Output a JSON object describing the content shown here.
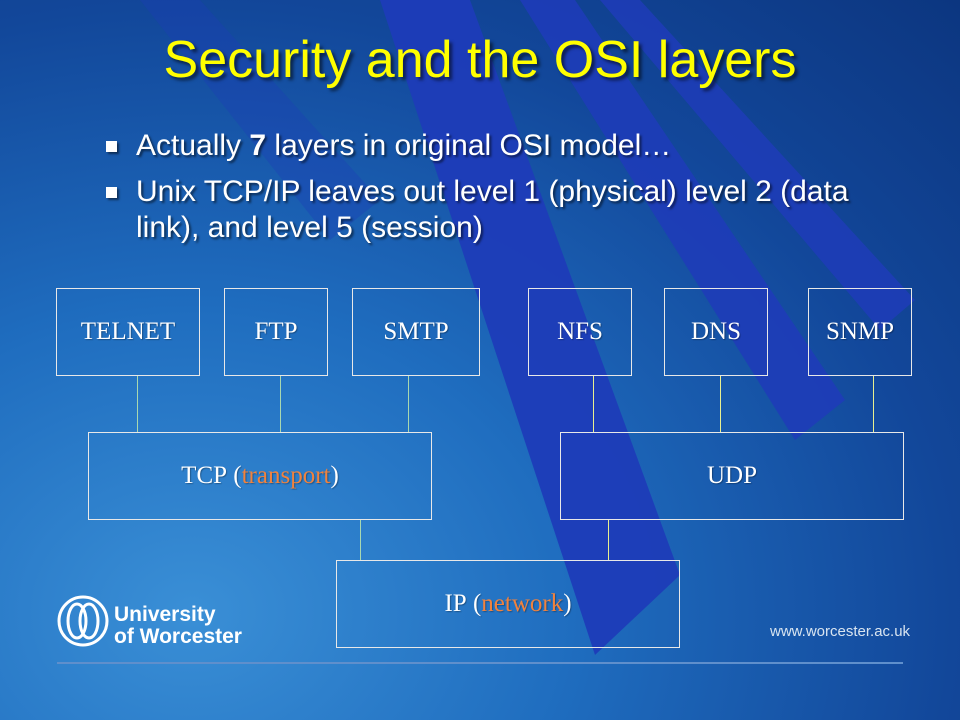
{
  "slide": {
    "title": "Security and the OSI layers",
    "bullets": [
      {
        "pre": "Actually ",
        "bold": "7",
        "post": " layers in original OSI model…"
      },
      {
        "text": "Unix TCP/IP leaves out level 1 (physical) level 2 (data link), and level 5 (session)"
      }
    ]
  },
  "diagram": {
    "applications": [
      "TELNET",
      "FTP",
      "SMTP",
      "NFS",
      "DNS",
      "SNMP"
    ],
    "tcp": {
      "name": "TCP",
      "layer": "transport"
    },
    "udp": {
      "name": "UDP"
    },
    "ip": {
      "name": "IP",
      "layer": "network"
    },
    "connector_colors": {
      "tcp_side": "#a8d8b0",
      "udp_side": "#e8f090"
    },
    "highlight_color": "#f0823e"
  },
  "footer": {
    "logo_line1": "University",
    "logo_line2": "of Worcester",
    "url": "www.worcester.ac.uk"
  }
}
